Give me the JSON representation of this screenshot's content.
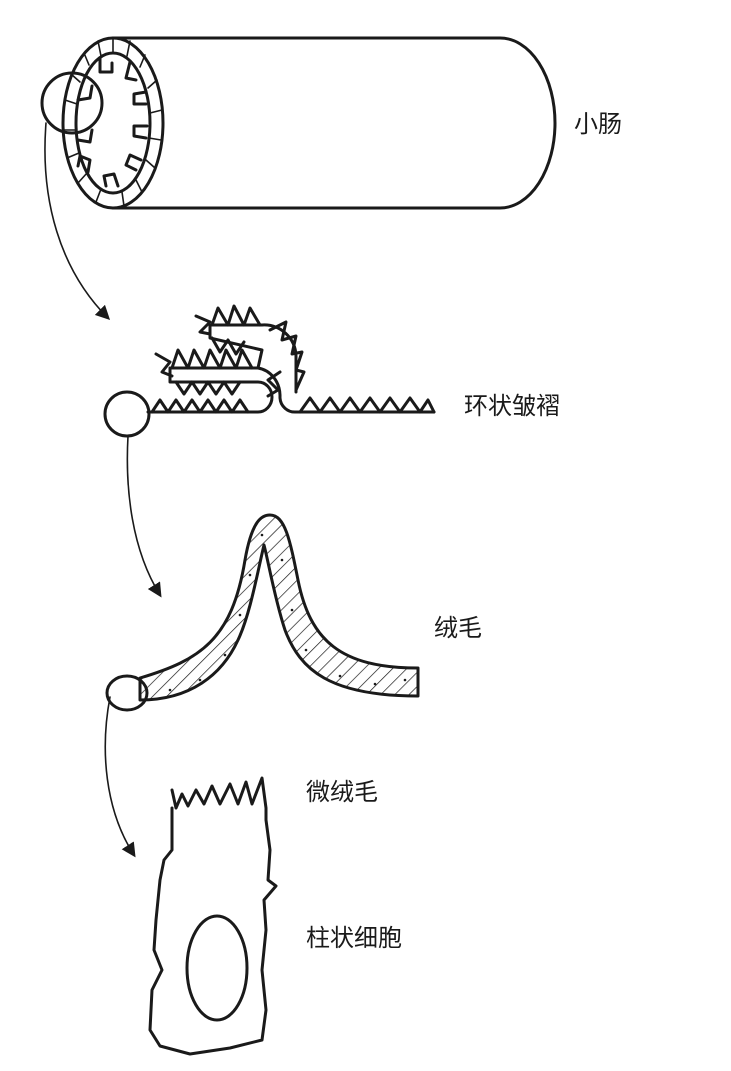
{
  "labels": {
    "small_intestine": "小肠",
    "circular_folds": "环状皱褶",
    "villus": "绒毛",
    "microvilli": "微绒毛",
    "columnar_cell": "柱状细胞"
  }
}
